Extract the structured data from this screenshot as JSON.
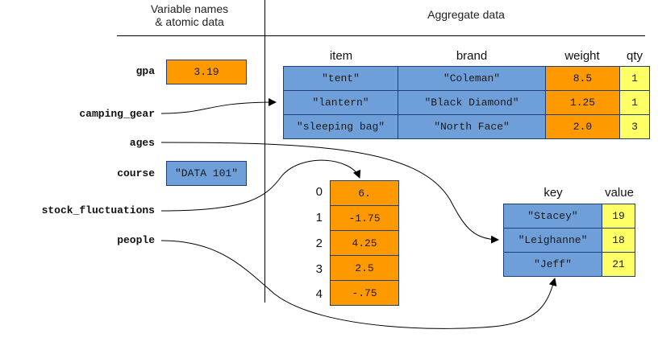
{
  "headers": {
    "left_line1": "Variable names",
    "left_line2": "& atomic data",
    "right": "Aggregate data"
  },
  "variables": {
    "gpa": "gpa",
    "camping_gear": "camping_gear",
    "ages": "ages",
    "course": "course",
    "stock_fluctuations": "stock_fluctuations",
    "people": "people"
  },
  "atomic": {
    "gpa_value": "3.19",
    "course_value": "\"DATA 101\""
  },
  "table": {
    "columns": [
      "item",
      "brand",
      "weight",
      "qty"
    ],
    "rows": [
      [
        "\"tent\"",
        "\"Coleman\"",
        "8.5",
        "1"
      ],
      [
        "\"lantern\"",
        "\"Black Diamond\"",
        "1.25",
        "1"
      ],
      [
        "\"sleeping bag\"",
        "\"North Face\"",
        "2.0",
        "3"
      ]
    ]
  },
  "series": {
    "indices": [
      "0",
      "1",
      "2",
      "3",
      "4"
    ],
    "values": [
      "6.",
      "-1.75",
      "4.25",
      "2.5",
      "-.75"
    ]
  },
  "dict": {
    "key_header": "key",
    "value_header": "value",
    "entries": [
      {
        "key": "\"Stacey\"",
        "value": "19"
      },
      {
        "key": "\"Leighanne\"",
        "value": "18"
      },
      {
        "key": "\"Jeff\"",
        "value": "21"
      }
    ]
  },
  "colors": {
    "blue": "#6f9fd8",
    "orange": "#ff9900",
    "yellow": "#ffff66"
  }
}
